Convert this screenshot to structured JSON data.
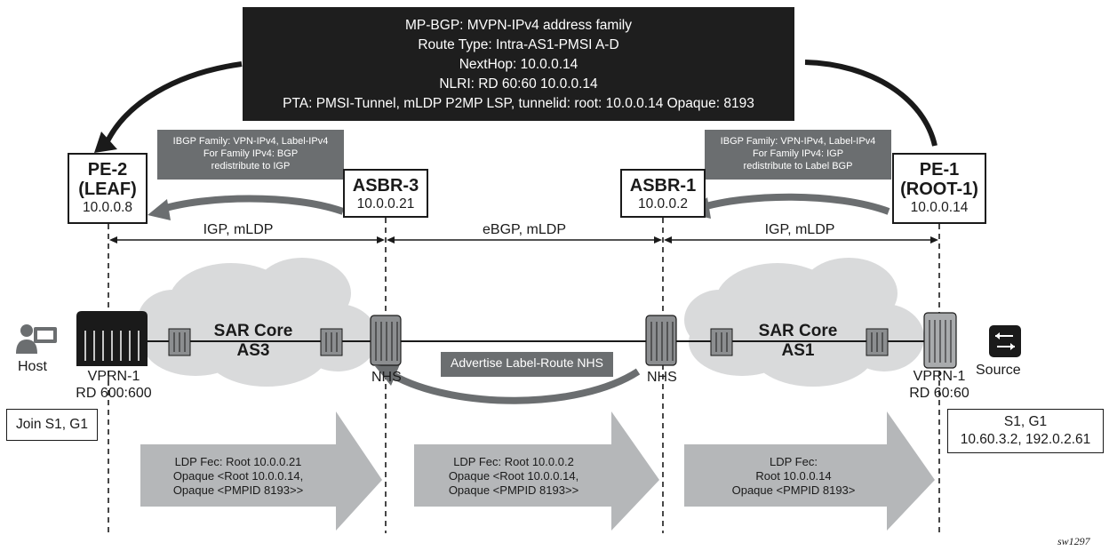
{
  "banner": {
    "lines": [
      "MP-BGP: MVPN-IPv4 address family",
      "Route Type: Intra-AS1-PMSI A-D",
      "NextHop: 10.0.0.14",
      "NLRI: RD 60:60 10.0.0.14",
      "PTA: PMSI-Tunnel, mLDP P2MP LSP, tunnelid: root: 10.0.0.14 Opaque: 8193"
    ]
  },
  "ibgp_left": {
    "lines": [
      "IBGP Family: VPN-IPv4, Label-IPv4",
      "For Family IPv4: BGP",
      "redistribute to IGP"
    ]
  },
  "ibgp_right": {
    "lines": [
      "IBGP Family: VPN-IPv4, Label-IPv4",
      "For Family IPv4: IGP",
      "redistribute to Label BGP"
    ]
  },
  "nodes": {
    "pe2": {
      "name": "PE-2",
      "role": "(LEAF)",
      "ip": "10.0.0.8"
    },
    "asbr3": {
      "name": "ASBR-3",
      "ip": "10.0.0.21"
    },
    "asbr1": {
      "name": "ASBR-1",
      "ip": "10.0.0.2"
    },
    "pe1": {
      "name": "PE-1",
      "role": "(ROOT-1)",
      "ip": "10.0.0.14"
    }
  },
  "segments": {
    "left": "IGP, mLDP",
    "middle": "eBGP, mLDP",
    "right": "IGP, mLDP"
  },
  "clouds": {
    "as3": {
      "line1": "SAR Core",
      "line2": "AS3"
    },
    "as1": {
      "line1": "SAR Core",
      "line2": "AS1"
    }
  },
  "labels": {
    "host": "Host",
    "source": "Source",
    "nhs_left": "NHS",
    "nhs_right": "NHS",
    "vprn_left": [
      "VPRN-1",
      "RD 600:600"
    ],
    "vprn_right": [
      "VPRN-1",
      "RD 60:60"
    ],
    "advertise": "Advertise Label-Route NHS",
    "join": "Join S1, G1",
    "sg": [
      "S1, G1",
      "10.60.3.2, 192.0.2.61"
    ],
    "figure_id": "sw1297"
  },
  "fec": {
    "left": [
      "LDP Fec: Root 10.0.0.21",
      "Opaque <Root 10.0.0.14,",
      "Opaque <PMPID 8193>>"
    ],
    "middle": [
      "LDP Fec: Root 10.0.0.2",
      "Opaque <Root 10.0.0.14,",
      "Opaque <PMPID 8193>>"
    ],
    "right": [
      "LDP Fec:",
      "Root 10.0.0.14",
      "Opaque <PMPID 8193>"
    ]
  },
  "colors": {
    "banner": "#1e1e1e",
    "grey_box": "#6b6e70",
    "cloud": "#d9dadb",
    "fec_arrow": "#b5b7b9",
    "curve_arrow": "#6b6e70"
  }
}
